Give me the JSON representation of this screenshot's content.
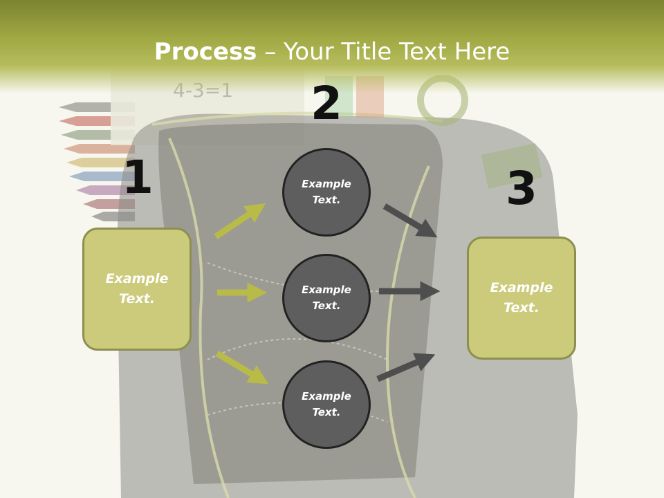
{
  "title": {
    "bold": "Process",
    "rest": " – Your Title Text Here"
  },
  "steps": [
    {
      "number": "1",
      "text": "Example Text."
    },
    {
      "number": "2"
    },
    {
      "number": "3",
      "text": "Example Text."
    }
  ],
  "circles": [
    {
      "text": "Example Text."
    },
    {
      "text": "Example Text."
    },
    {
      "text": "Example Text."
    }
  ],
  "colors": {
    "header": "#9fa843",
    "box_fill": "#cbcb7b",
    "box_border": "#8c8f4e",
    "circle_fill": "#5e5e5e",
    "arrow_green": "#b9bb48",
    "arrow_gray": "#4e4e4e"
  }
}
